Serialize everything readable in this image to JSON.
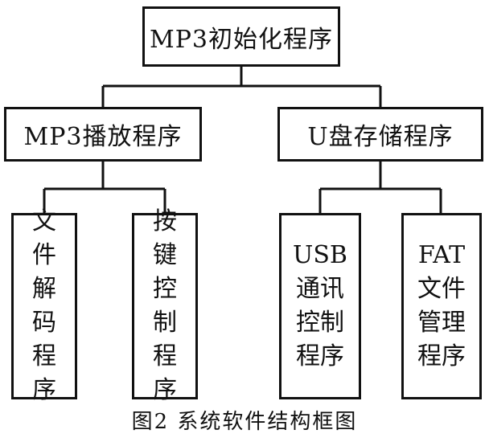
{
  "root": {
    "label": "MP3初始化程序"
  },
  "level2": [
    {
      "label": "MP3播放程序"
    },
    {
      "label": "U盘存储程序"
    }
  ],
  "leaves": [
    {
      "lines": [
        "文",
        "件",
        "解",
        "码",
        "程",
        "序"
      ]
    },
    {
      "lines": [
        "按",
        "键",
        "控",
        "制",
        "程",
        "序"
      ]
    },
    {
      "lines": [
        "USB",
        "通讯",
        "控制",
        "程序"
      ]
    },
    {
      "lines": [
        "FAT",
        "文件",
        "管理",
        "程序"
      ]
    }
  ],
  "caption": "图2  系统软件结构框图"
}
